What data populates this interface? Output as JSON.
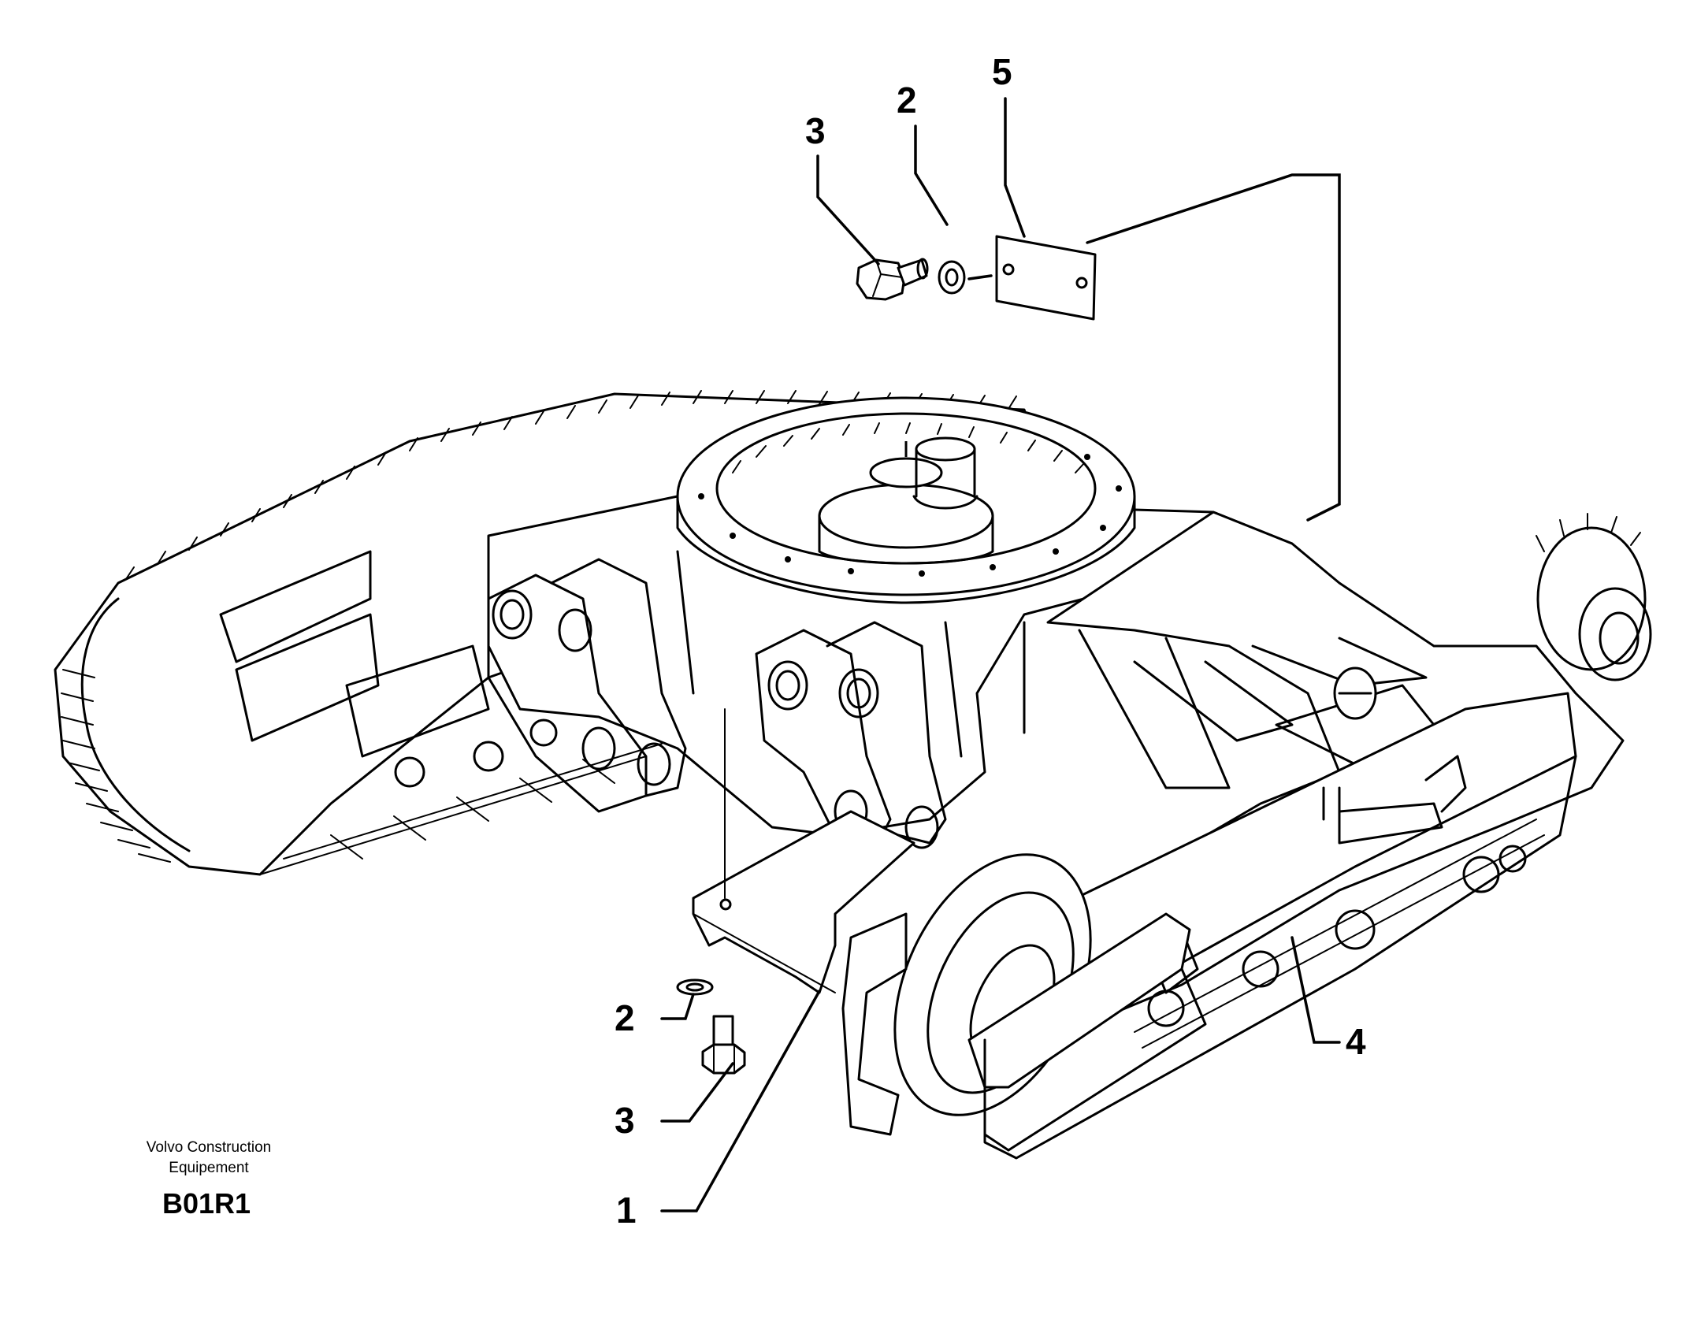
{
  "callouts": {
    "c3_top": "3",
    "c2_top": "2",
    "c5": "5",
    "c2_bottom": "2",
    "c3_bottom": "3",
    "c1": "1",
    "c4": "4"
  },
  "footer": {
    "maker_line1": "Volvo Construction",
    "maker_line2": "Equipement",
    "code": "B01R1"
  }
}
